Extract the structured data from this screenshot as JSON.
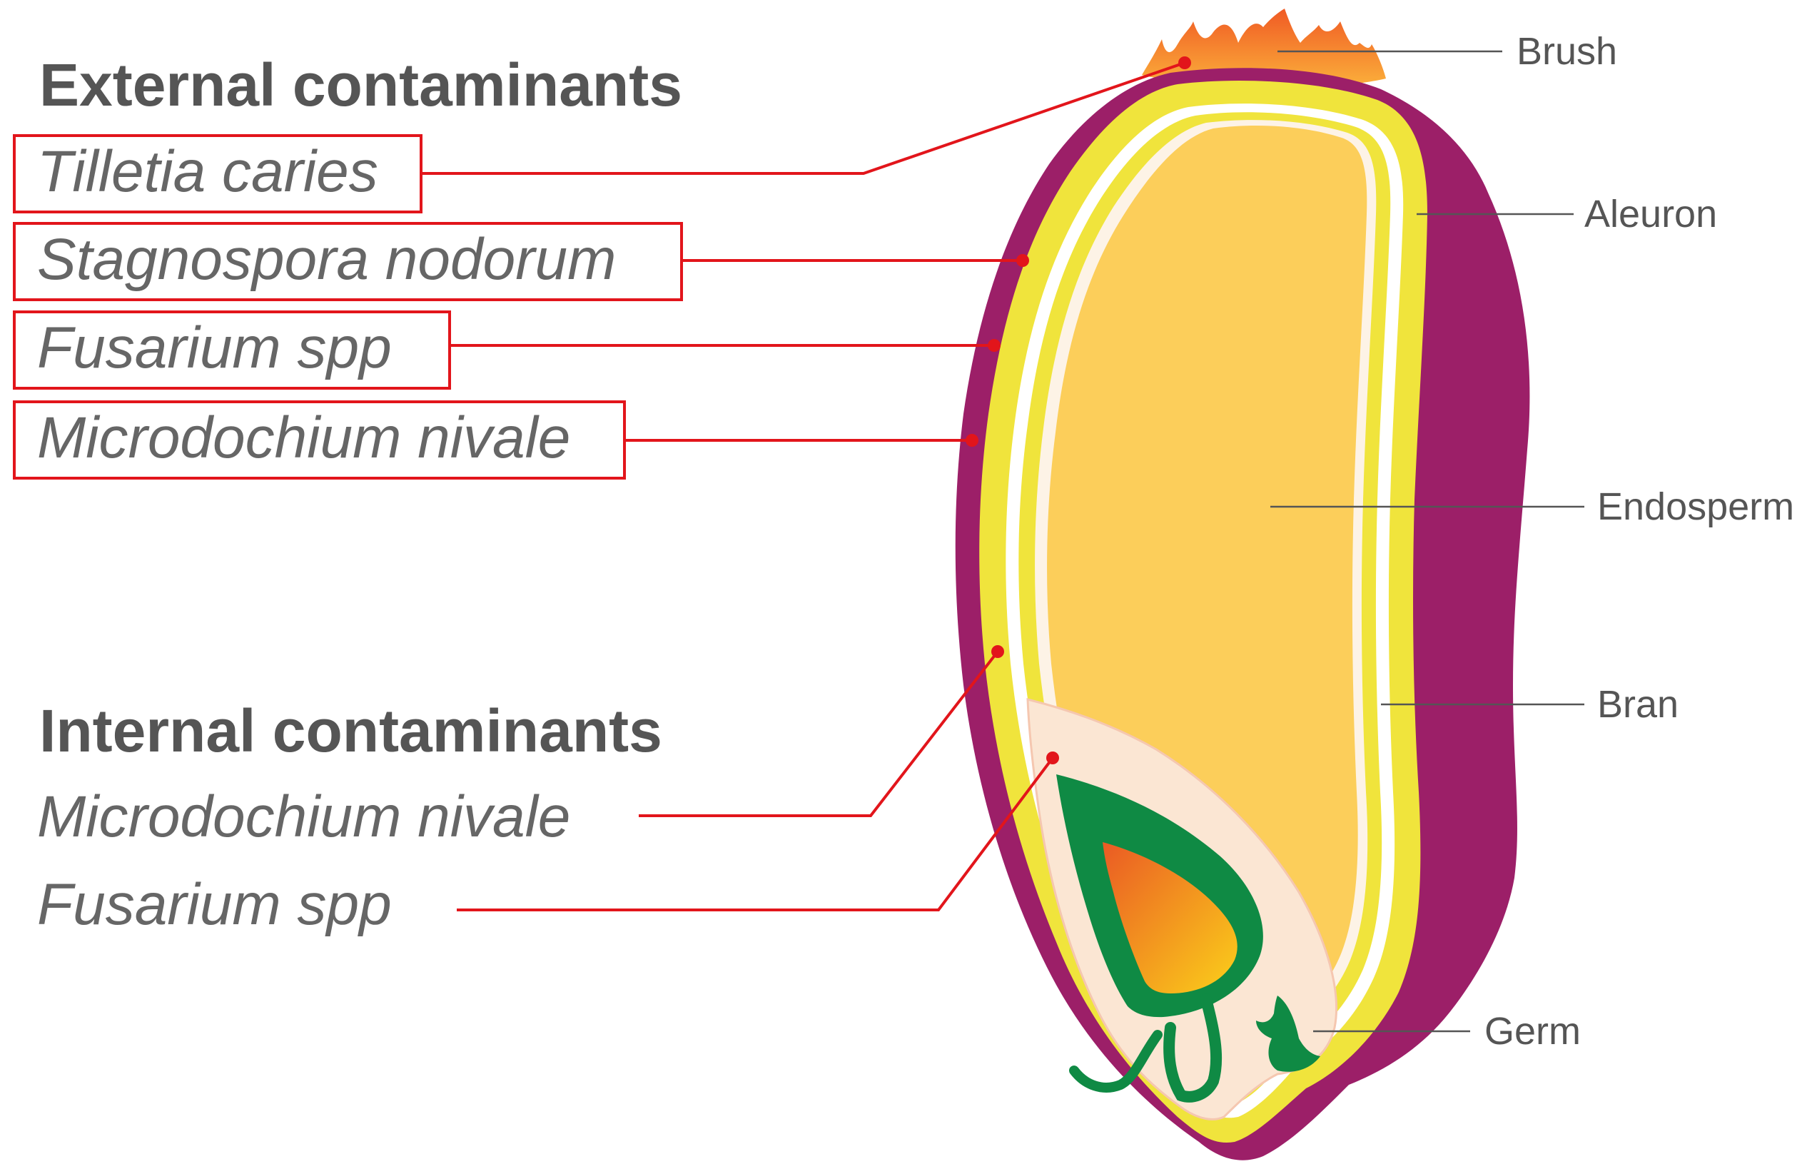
{
  "headings": {
    "external": "External contaminants",
    "internal": "Internal contaminants"
  },
  "external_contaminants": [
    "Tilletia caries",
    "Stagnospora nodorum",
    "Fusarium spp",
    "Microdochium nivale"
  ],
  "internal_contaminants": [
    "Microdochium nivale",
    "Fusarium spp"
  ],
  "grain_parts": {
    "brush": "Brush",
    "aleuron": "Aleuron",
    "endosperm": "Endosperm",
    "bran": "Bran",
    "germ": "Germ"
  },
  "colors": {
    "leader_red": "#e2151b",
    "bran_purple": "#9c1f68",
    "seed_coat_yellow": "#f0e43c",
    "endosperm_orange": "#fcce5a",
    "germ_green": "#0f8a44",
    "germ_cream": "#fbe6d3",
    "brush_orange": "#ee7a22",
    "label_gray": "#555555"
  }
}
